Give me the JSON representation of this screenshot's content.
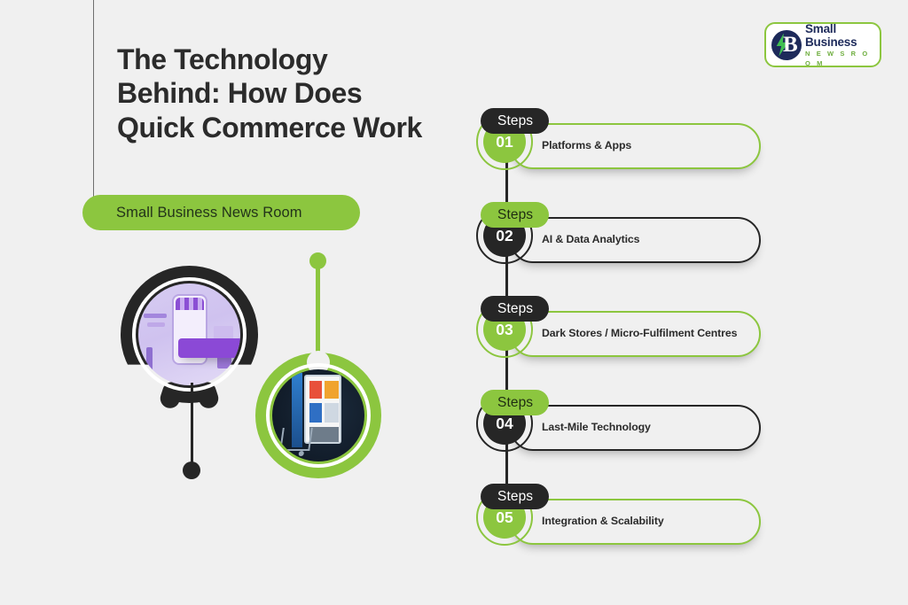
{
  "headline": "The Technology Behind: How Does Quick Commerce Work",
  "brand_pill": "Small Business News Room",
  "logo": {
    "title": "Small Business",
    "subtitle": "N E W S   R O O M",
    "mark_letter": "B",
    "border_color": "#8cc63f",
    "navy": "#1d2a5a",
    "green": "#3fbf52"
  },
  "colors": {
    "background": "#f0f0f0",
    "accent_green": "#8cc63f",
    "dark": "#262626",
    "text": "#2b2b2b"
  },
  "media": {
    "pin_dark_caption": "mobile-shopping-illustration",
    "pin_green_caption": "vending-machine-photo"
  },
  "steps": [
    {
      "badge": "Steps",
      "number": "01",
      "label": "Platforms & Apps",
      "theme": "green"
    },
    {
      "badge": "Steps",
      "number": "02",
      "label": "AI & Data Analytics",
      "theme": "dark"
    },
    {
      "badge": "Steps",
      "number": "03",
      "label": "Dark Stores / Micro-Fulfilment Centres",
      "theme": "green"
    },
    {
      "badge": "Steps",
      "number": "04",
      "label": "Last-Mile Technology",
      "theme": "dark"
    },
    {
      "badge": "Steps",
      "number": "05",
      "label": "Integration & Scalability",
      "theme": "green"
    }
  ]
}
